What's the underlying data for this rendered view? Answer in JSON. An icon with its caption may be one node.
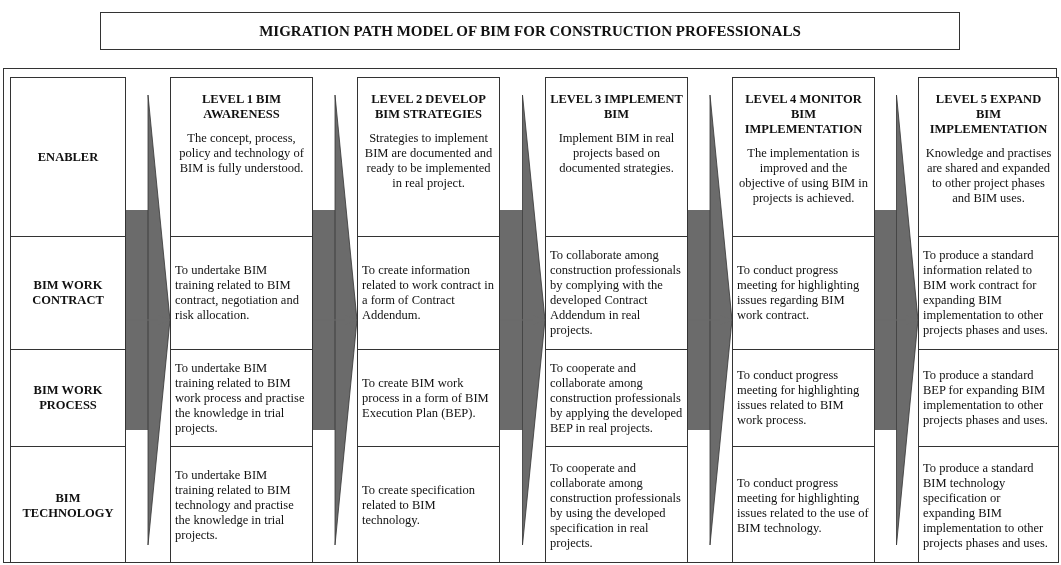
{
  "diagram": {
    "title": "MIGRATION PATH MODEL OF BIM FOR CONSTRUCTION PROFESSIONALS",
    "nodes": [
      {
        "text": [],
        "shape": "box"
      },
      {
        "text": [
          "ENABLER"
        ],
        "in": 0
      },
      {
        "text": [
          "BIM WORK CONTRACT"
        ],
        "in": 0
      },
      {
        "text": [
          "BIM WORK PROCESS"
        ],
        "in": 0
      },
      {
        "text": [
          "BIM TECHNOLOGY"
        ],
        "in": 0
      },
      {
        "text": [],
        "shape": "box"
      },
      {
        "text": [
          "LEVEL 1 BIM AWARENESS",
          "The concept, process, policy and technology of BIM is fully understood."
        ],
        "in": 5
      },
      {
        "text": [
          "To undertake BIM training related to BIM contract, negotiation and risk allocation."
        ],
        "in": 5
      },
      {
        "text": [
          "To undertake BIM training related to BIM work process and practise the knowledge in trial projects."
        ],
        "in": 5
      },
      {
        "text": [
          "To undertake BIM training related to BIM technology and practise the knowledge in trial projects."
        ],
        "in": 5
      },
      {
        "text": [],
        "shape": "box"
      },
      {
        "text": [
          "LEVEL 2 DEVELOP BIM STRATEGIES",
          "Strategies to implement BIM are documented and ready to be implemented in real project."
        ],
        "in": 10
      },
      {
        "text": [
          "To create information related to work contract in a form of Contract Addendum."
        ],
        "in": 10
      },
      {
        "text": [
          "To create BIM work process in a form of BIM Execution Plan (BEP)."
        ],
        "in": 10
      },
      {
        "text": [
          "To create specification related to BIM technology."
        ],
        "in": 10
      },
      {
        "text": [],
        "shape": "box"
      },
      {
        "text": [
          "LEVEL 3 IMPLEMENT BIM",
          "Implement BIM in real projects based on documented strategies."
        ],
        "in": 15
      },
      {
        "text": [
          "To collaborate among construction professionals by complying with the developed Contract Addendum in real projects."
        ],
        "in": 15
      },
      {
        "text": [
          "To cooperate and collaborate among construction professionals by applying the developed BEP in real projects."
        ],
        "in": 15
      },
      {
        "text": [
          "To cooperate and collaborate among construction professionals by using the developed specification in real projects."
        ],
        "in": 15
      },
      {
        "text": [],
        "shape": "box"
      },
      {
        "text": [
          "LEVEL 4 MONITOR BIM IMPLEMENTATION",
          "The implementation is improved and the objective of using BIM in projects is achieved."
        ],
        "in": 20
      },
      {
        "text": [
          "To conduct progress meeting for highlighting issues regarding BIM work contract."
        ],
        "in": 20
      },
      {
        "text": [
          "To conduct progress meeting for highlighting issues related to BIM work process."
        ],
        "in": 20
      },
      {
        "text": [
          "To conduct progress meeting for highlighting issues related to the use of BIM technology."
        ],
        "in": 20
      },
      {
        "text": [],
        "shape": "box"
      },
      {
        "text": [
          "LEVEL 5 EXPAND BIM IMPLEMENTATION",
          "Knowledge and practises are shared and expanded to other project phases and BIM uses."
        ],
        "in": 25
      },
      {
        "text": [
          "To produce a standard information related to BIM work contract for expanding BIM implementation to other projects phases and uses."
        ],
        "in": 25
      },
      {
        "text": [
          "To produce a standard BEP for expanding BIM implementation to other projects phases and uses."
        ],
        "in": 25
      },
      {
        "text": [
          "To produce a standard BIM technology specification or expanding BIM implementation to other projects phases and uses."
        ],
        "in": 25
      }
    ],
    "edges": [
      {
        "from": 0,
        "to": 5,
        "arrow": "to"
      },
      {
        "from": 5,
        "to": 10,
        "arrow": "to"
      },
      {
        "from": 10,
        "to": 15,
        "arrow": "to"
      },
      {
        "from": 15,
        "to": 20,
        "arrow": "to"
      },
      {
        "from": 20,
        "to": 25,
        "arrow": "to"
      }
    ]
  }
}
